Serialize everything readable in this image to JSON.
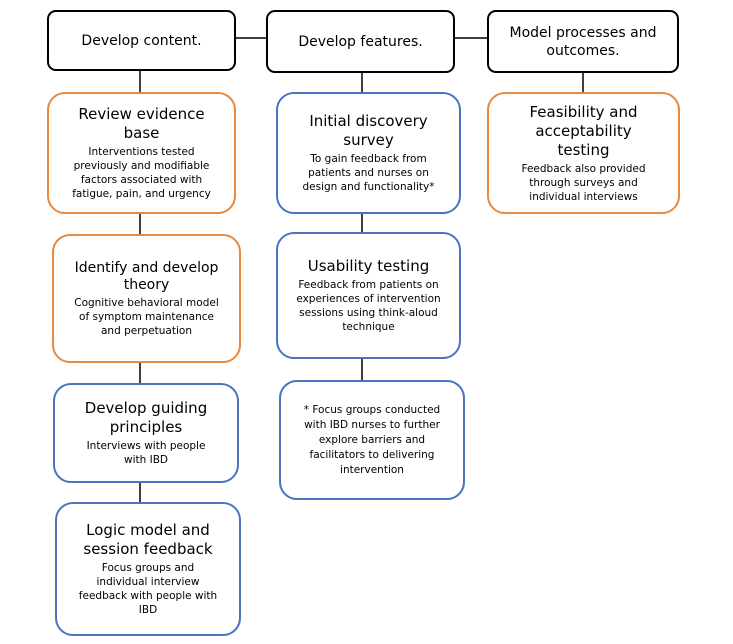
{
  "headers": {
    "content": "Develop content.",
    "features": "Develop features.",
    "model": "Model processes and outcomes."
  },
  "column1": [
    {
      "title": "Review evidence base",
      "body": "Interventions tested previously and modifiable factors associated with fatigue, pain, and urgency"
    },
    {
      "title": "Identify and develop theory",
      "body": "Cognitive behavioral model of symptom maintenance and perpetuation"
    },
    {
      "title": "Develop guiding principles",
      "body": "Interviews with people with IBD"
    },
    {
      "title": "Logic model and session feedback",
      "body": "Focus groups and individual interview feedback with people with IBD"
    }
  ],
  "column2": [
    {
      "title": "Initial discovery survey",
      "body": "To gain feedback from patients and nurses on design and functionality*"
    },
    {
      "title": "Usability testing",
      "body": "Feedback from patients on experiences of intervention sessions using think-aloud technique"
    },
    {
      "note": "* Focus groups conducted with IBD nurses to further explore barriers and facilitators to delivering intervention"
    }
  ],
  "column3": [
    {
      "title": "Feasibility and acceptability testing",
      "body": "Feedback also provided through surveys and individual interviews"
    }
  ],
  "colors": {
    "orange_border": "#e8893d",
    "blue_border": "#4a73c2",
    "connector": "#000000"
  }
}
